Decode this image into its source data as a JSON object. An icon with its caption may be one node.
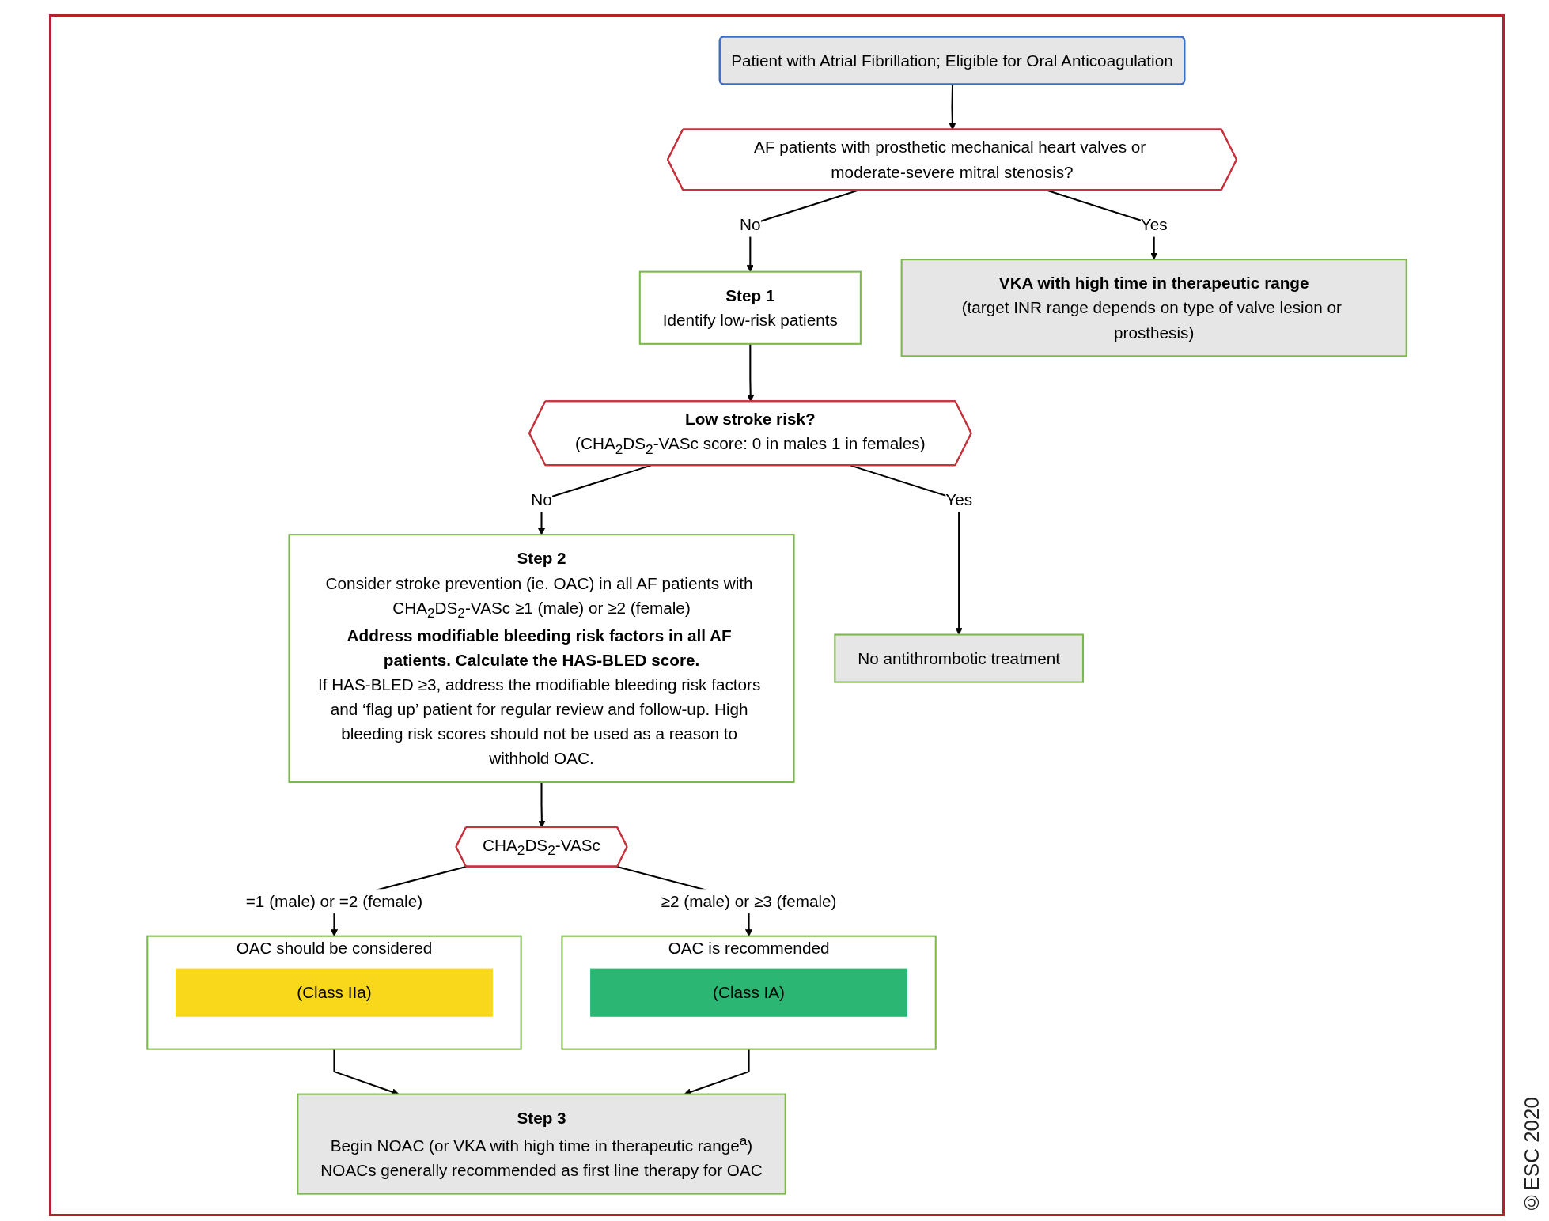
{
  "diagram": {
    "nodes": [
      {
        "text": [
          "Patient with Atrial Fibrillation; Eligible for Oral Anticoagulation"
        ]
      },
      {
        "text": [
          "AF patients with prosthetic mechanical heart valves or moderate-severe mitral stenosis?"
        ]
      },
      {
        "text": [
          "Step 1",
          "Identify low-risk patients"
        ]
      },
      {
        "text": [
          "VKA with high time in therapeutic range",
          "(target INR range depends on type of valve lesion or prosthesis)"
        ]
      },
      {
        "text": [
          "Low stroke risk?",
          "(CHA$_{2}$DS$_{2}$-VASc score: 0 in males 1 in females)"
        ]
      },
      {
        "text": [
          "Step 2",
          "Consider stroke prevention (ie. OAC) in all AF patients with CHA$_{2}$DS$_{2}$-VASc ≥1 (male) or ≥2 (female)",
          "Address modifiable bleeding risk factors in all AF patients. Calculate the HAS-BLED score.",
          "If HAS-BLED ≥3, address the modifiable bleeding risk factors and ‘flag up’ patient for regular review and follow-up. High bleeding risk scores should not be used as a reason to withhold OAC."
        ]
      },
      {
        "text": [
          "No antithrombotic treatment"
        ]
      },
      {
        "text": [
          "CHA$_{2}$DS$_{2}$-VASc"
        ]
      },
      {
        "text": [
          "OAC should be considered"
        ]
      },
      {
        "text": [
          "(Class IIa)"
        ],
        "in": 8
      },
      {
        "text": [
          "OAC is recommended"
        ]
      },
      {
        "text": [
          "(Class IA)"
        ],
        "in": 10
      },
      {
        "text": [
          "Step 3",
          "Begin NOAC (or VKA with high time in therapeutic range$^{a}$)",
          "NOACs generally recommended as first line therapy for OAC"
        ]
      }
    ],
    "edges": [
      {
        "from": 0,
        "to": 1,
        "arrow": "to"
      },
      {
        "from": 1,
        "to": 2,
        "arrow": "to",
        "label": "No"
      },
      {
        "from": 1,
        "to": 3,
        "arrow": "to",
        "label": "Yes"
      },
      {
        "from": 2,
        "to": 4,
        "arrow": "to"
      },
      {
        "from": 4,
        "to": 5,
        "arrow": "to",
        "label": "No"
      },
      {
        "from": 4,
        "to": 6,
        "arrow": "to",
        "label": "Yes"
      },
      {
        "from": 5,
        "to": 7,
        "arrow": "to"
      },
      {
        "from": 7,
        "to": 8,
        "arrow": "to",
        "label": "=1 (male) or =2 (female)"
      },
      {
        "from": 7,
        "to": 10,
        "arrow": "to",
        "label": "≥2 (male) or ≥3 (female)"
      },
      {
        "from": 8,
        "to": 12,
        "arrow": "to"
      },
      {
        "from": 10,
        "to": 12,
        "arrow": "to"
      }
    ],
    "labels": [
      "©ESC 2020"
    ]
  }
}
